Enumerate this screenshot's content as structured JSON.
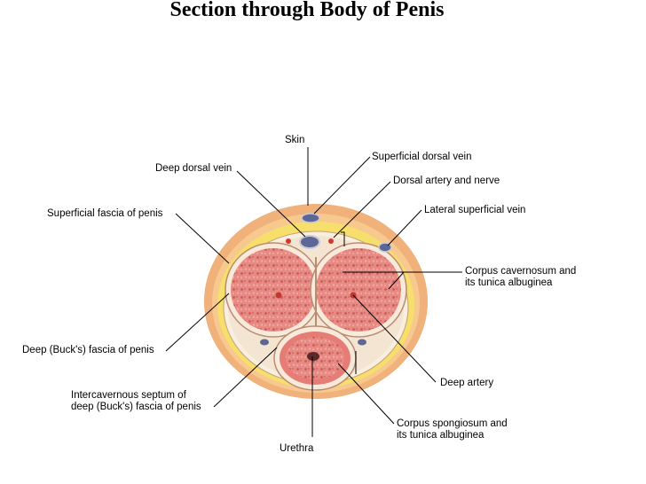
{
  "title": "Section through Body of Penis",
  "labels": {
    "skin": "Skin",
    "superficial_dorsal_vein": "Superficial dorsal vein",
    "deep_dorsal_vein": "Deep dorsal vein",
    "dorsal_artery_and_nerve": "Dorsal artery and nerve",
    "superficial_fascia": "Superficial fascia of penis",
    "lateral_superficial_vein": "Lateral superficial vein",
    "corpus_cavernosum_1": "Corpus cavernosum and",
    "corpus_cavernosum_2": "its tunica albuginea",
    "deep_bucks_fascia": "Deep (Buck's) fascia of penis",
    "deep_artery": "Deep artery",
    "septum_1": "Intercavernous septum of",
    "septum_2": "deep (Buck's) fascia of penis",
    "corpus_spongiosum_1": "Corpus spongiosum and",
    "corpus_spongiosum_2": "its tunica albuginea",
    "urethra": "Urethra"
  },
  "colors": {
    "skin_outer": "#f0b27a",
    "skin_inner": "#f7c98f",
    "fascia_yellow": "#f6df6a",
    "bucks_fascia": "#f8efe0",
    "tissue": "#e88a84",
    "tissue_dark": "#d4665f",
    "vein": "#5c6795",
    "leader": "#000000"
  }
}
